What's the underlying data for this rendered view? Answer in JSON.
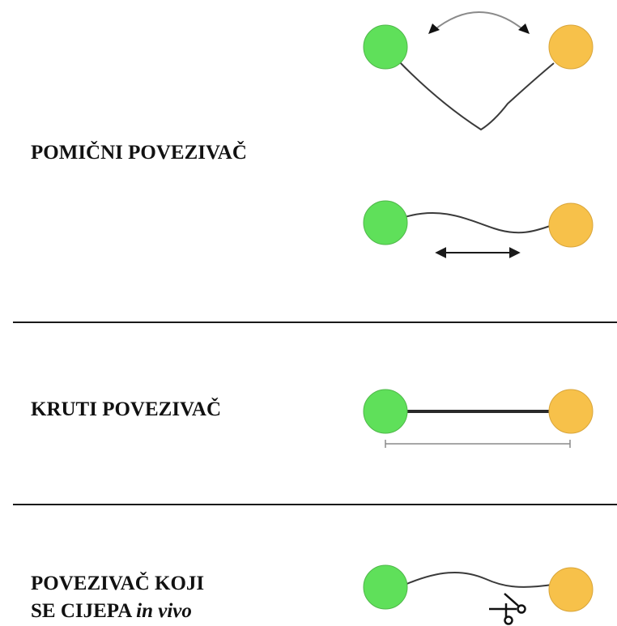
{
  "sections": [
    {
      "label": "POMIČNI POVEZIVAČ"
    },
    {
      "label": "KRUTI POVEZIVAČ"
    },
    {
      "label_line1": "POVEZIVAČ KOJI",
      "label_line2_prefix": "SE CIJEPA ",
      "label_line2_italic": "in vivo"
    }
  ],
  "colors": {
    "domain_left": "#5fe05a",
    "domain_right": "#f7c14a",
    "linker": "#3a3a3a",
    "divider": "#1a1a1a"
  },
  "icons": [
    "double-arrow-curved-icon",
    "double-arrow-horizontal-icon",
    "scale-bar-icon",
    "scissors-icon"
  ]
}
